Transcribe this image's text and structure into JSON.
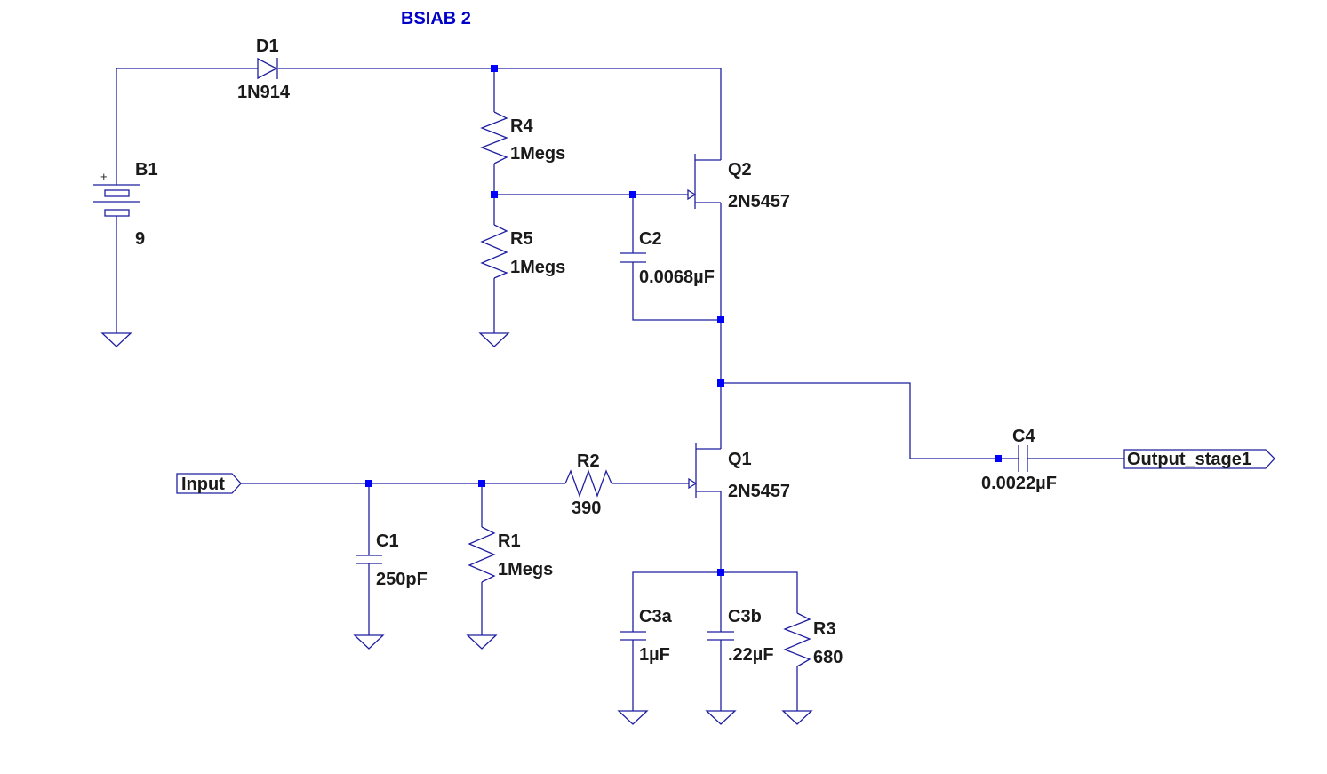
{
  "title": "BSIAB 2",
  "colors": {
    "wire": "#1f1fa0",
    "junction": "#0000ff",
    "title": "#0000c8",
    "text": "#1a1a1a"
  },
  "components": {
    "D1": {
      "ref": "D1",
      "value": "1N914"
    },
    "B1": {
      "ref": "B1",
      "value": "9",
      "polarity": "+"
    },
    "R4": {
      "ref": "R4",
      "value": "1Megs"
    },
    "R5": {
      "ref": "R5",
      "value": "1Megs"
    },
    "C2": {
      "ref": "C2",
      "value": "0.0068µF"
    },
    "Q2": {
      "ref": "Q2",
      "value": "2N5457"
    },
    "Q1": {
      "ref": "Q1",
      "value": "2N5457"
    },
    "R2": {
      "ref": "R2",
      "value": "390"
    },
    "C1": {
      "ref": "C1",
      "value": "250pF"
    },
    "R1": {
      "ref": "R1",
      "value": "1Megs"
    },
    "C3a": {
      "ref": "C3a",
      "value": "1µF"
    },
    "C3b": {
      "ref": "C3b",
      "value": ".22µF"
    },
    "R3": {
      "ref": "R3",
      "value": "680"
    },
    "C4": {
      "ref": "C4",
      "value": "0.0022µF"
    }
  },
  "ports": {
    "input": "Input",
    "output": "Output_stage1"
  }
}
